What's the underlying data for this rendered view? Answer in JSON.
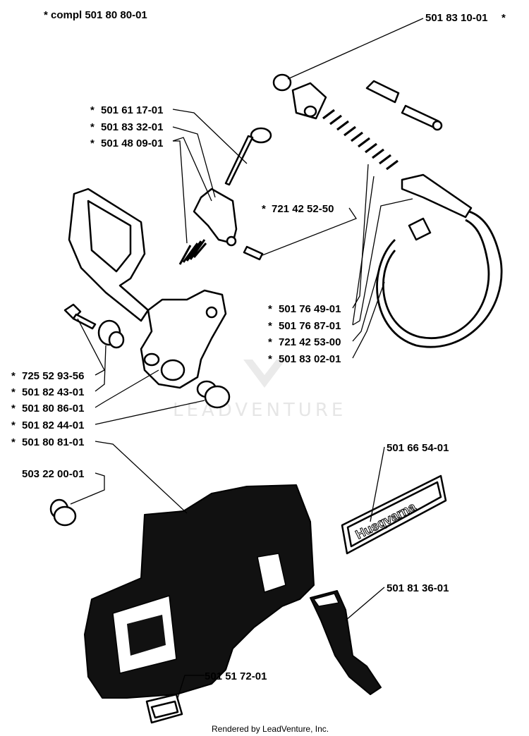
{
  "title": "* compl 501 80 80-01",
  "watermark": "LEADVENTURE",
  "footer": "Rendered by LeadVenture, Inc.",
  "labels": [
    "501 83 10-01",
    "501 61 17-01",
    "501 83 32-01",
    "501 48 09-01",
    "721 42 52-50",
    "501 76 49-01",
    "501 76 87-01",
    "721 42 53-00",
    "501 83 02-01",
    "725 52 93-56",
    "501 82 43-01",
    "501 80 86-01",
    "501 82 44-01",
    "501 80 81-01",
    "503 22 00-01",
    "501 66 54-01",
    "501 81 36-01",
    "501 51 72-01"
  ],
  "decal_text": "Husqvarna",
  "colors": {
    "ink": "#000000",
    "background": "#ffffff",
    "watermark": "#e6e6e6"
  }
}
